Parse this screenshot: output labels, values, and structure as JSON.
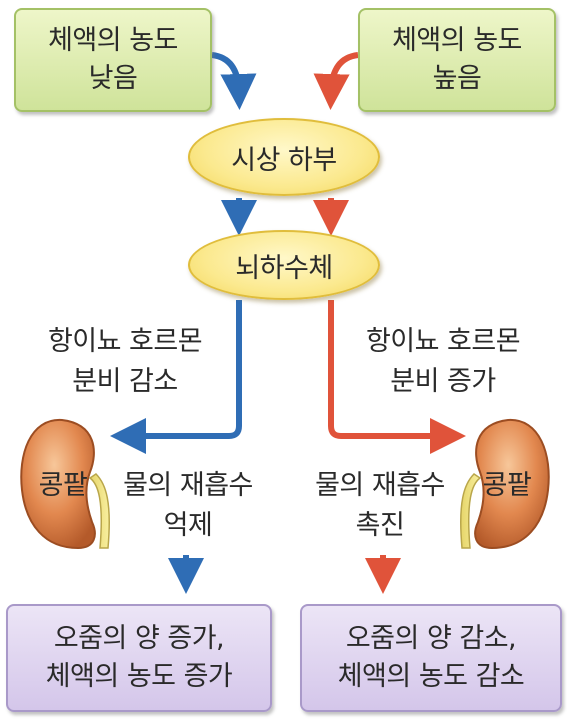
{
  "top_left_box": {
    "line1": "체액의 농도",
    "line2": "낮음"
  },
  "top_right_box": {
    "line1": "체액의 농도",
    "line2": "높음"
  },
  "hypothalamus": "시상 하부",
  "pituitary": "뇌하수체",
  "left_hormone": {
    "line1": "항이뇨 호르몬",
    "line2": "분비 감소"
  },
  "right_hormone": {
    "line1": "항이뇨 호르몬",
    "line2": "분비 증가"
  },
  "kidney_label": "콩팥",
  "left_reabsorption": {
    "line1": "물의 재흡수",
    "line2": "억제"
  },
  "right_reabsorption": {
    "line1": "물의 재흡수",
    "line2": "촉진"
  },
  "bottom_left_box": {
    "line1": "오줌의 양 증가,",
    "line2": "체액의 농도 증가"
  },
  "bottom_right_box": {
    "line1": "오줌의 양 감소,",
    "line2": "체액의 농도 감소"
  },
  "colors": {
    "decrease_arrow": "#2f6db5",
    "increase_arrow": "#e0533a"
  }
}
